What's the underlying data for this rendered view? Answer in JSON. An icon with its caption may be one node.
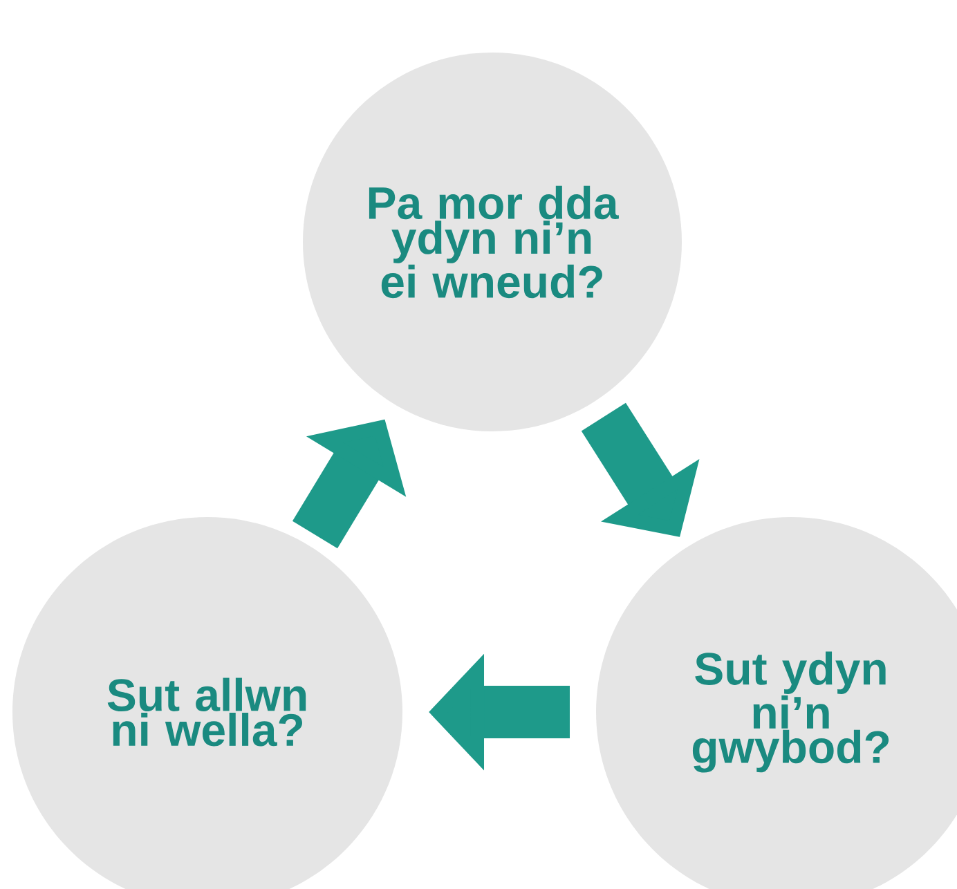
{
  "diagram": {
    "nodes": [
      {
        "text": [
          "Pa mor dda ydyn ni’n ei wneud?"
        ]
      },
      {
        "text": [
          "Sut allwn ni wella?"
        ]
      },
      {
        "text": [
          "Sut ydyn ni’n gwybod?"
        ]
      }
    ],
    "edges": [
      {
        "from": 0,
        "to": 2,
        "arrow": "to"
      },
      {
        "from": 2,
        "to": 1,
        "arrow": "to"
      },
      {
        "from": 1,
        "to": 0,
        "arrow": "to"
      }
    ]
  }
}
